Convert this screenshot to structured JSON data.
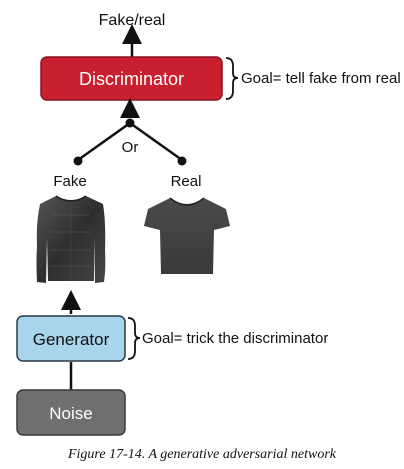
{
  "diagram": {
    "output_label": "Fake/real",
    "discriminator": {
      "label": "Discriminator",
      "goal": "Goal= tell fake from real",
      "color": "#c8202e"
    },
    "or_label": "Or",
    "fake_label": "Fake",
    "real_label": "Real",
    "generator": {
      "label": "Generator",
      "goal": "Goal= trick the discriminator",
      "color": "#a8d4ec"
    },
    "noise": {
      "label": "Noise",
      "color": "#6f6f6f"
    }
  },
  "caption": "Figure 17-14. A generative adversarial network",
  "icons": {
    "fake_image": "sweater-icon",
    "real_image": "tshirt-icon"
  }
}
